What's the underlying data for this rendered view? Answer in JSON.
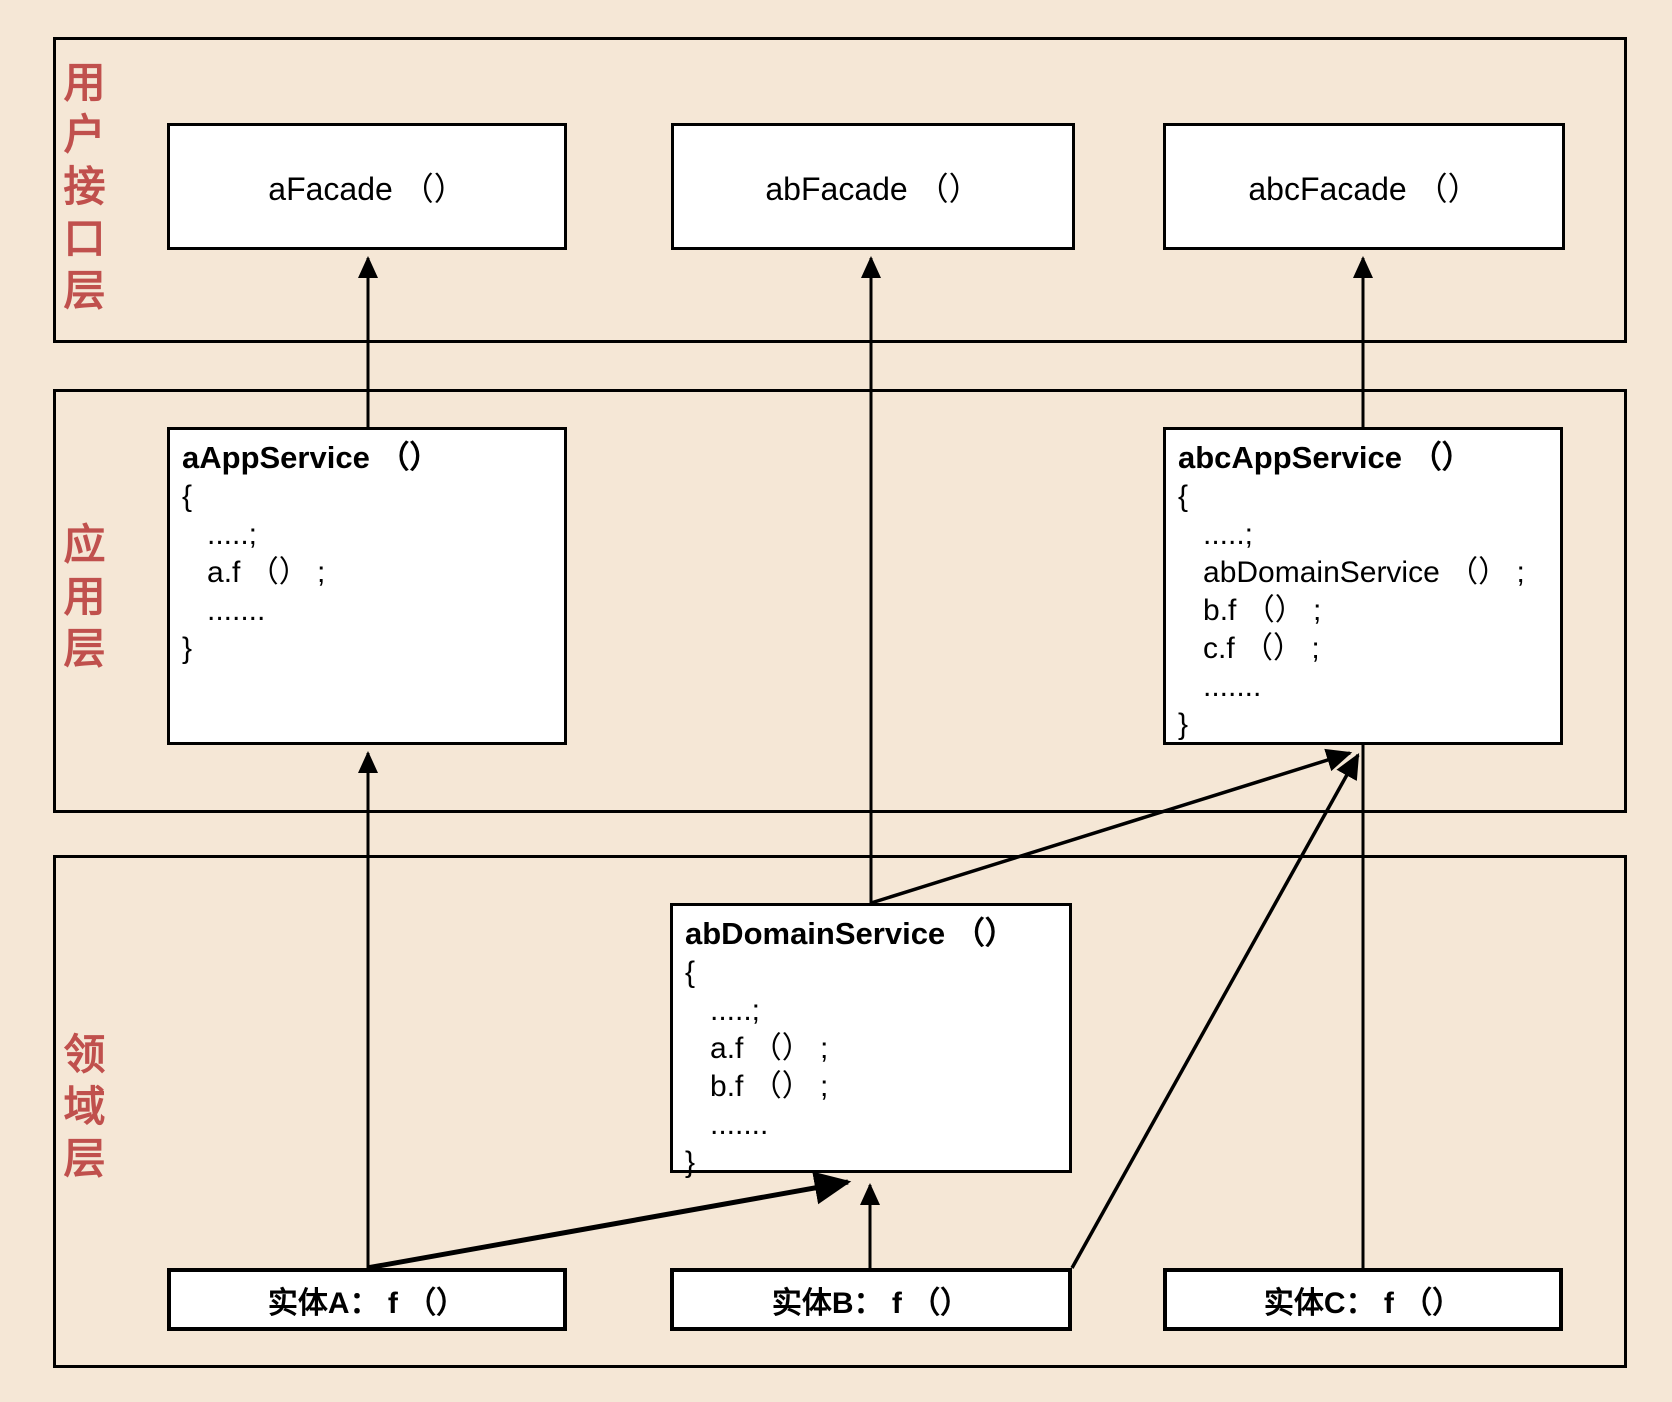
{
  "diagram": {
    "background_color": "#f5e7d6",
    "box_fill": "#ffffff",
    "line_color": "#000000",
    "layer_label_color": "#c0504d"
  },
  "layers": [
    {
      "label": "用户接口层"
    },
    {
      "label": "应用层"
    },
    {
      "label": "领域层"
    }
  ],
  "facades": [
    {
      "label": "aFacade （）"
    },
    {
      "label": "abFacade （）"
    },
    {
      "label": "abcFacade （）"
    }
  ],
  "services": [
    {
      "title": "aAppService （）",
      "lines": [
        "{",
        "   .....;",
        "   a.f （） ;",
        "   .......",
        "}"
      ]
    },
    {
      "title": "abcAppService （）",
      "lines": [
        "{",
        "   .....;",
        "   abDomainService （） ;",
        "   b.f （） ;",
        "   c.f （） ;",
        "   .......",
        "}"
      ]
    },
    {
      "title": "abDomainService （）",
      "lines": [
        "{",
        "   .....;",
        "   a.f （） ;",
        "   b.f （） ;",
        "   .......",
        "}"
      ]
    }
  ],
  "entities": [
    {
      "label": "实体A： f （）"
    },
    {
      "label": "实体B： f （）"
    },
    {
      "label": "实体C： f （）"
    }
  ]
}
